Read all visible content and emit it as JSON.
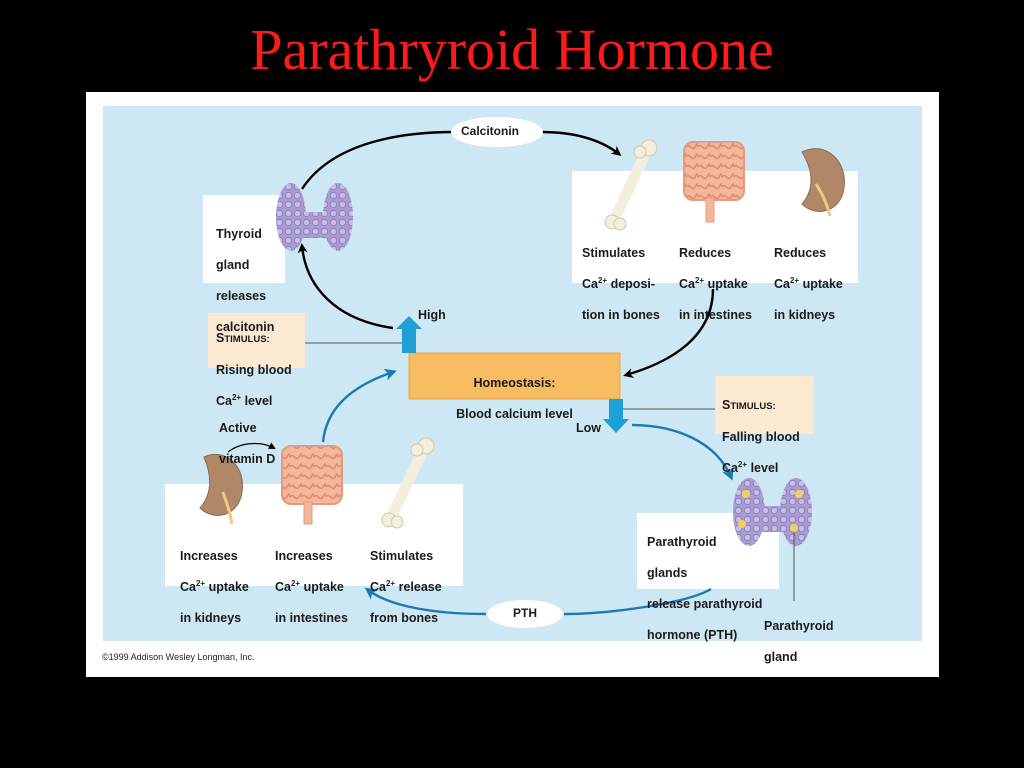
{
  "slide": {
    "title": "Parathryroid Hormone"
  },
  "colors": {
    "title": "#ff1a1a",
    "panel_background": "#cde8f4",
    "homeostasis_box": "#f7bc62",
    "stimulus_box": "#fbe9d2",
    "hormone_arrow": "#000000",
    "blood_arrow": "#1a7ab4",
    "level_arrow": "#1e9fd6"
  },
  "icons": [
    "thyroid-gland-icon",
    "bone-icon",
    "intestine-icon",
    "kidney-icon",
    "parathyroid-glands-icon"
  ],
  "diagram": {
    "calcitonin": "Calcitonin",
    "pth": "PTH",
    "thyroid": {
      "l1": "Thyroid",
      "l2": "gland",
      "l3": "releases",
      "l4": "calcitonin"
    },
    "effects_top": {
      "bones": {
        "l1": "Stimulates",
        "l2a": "Ca",
        "sup": "2+",
        "l2b": " deposi-",
        "l3": "tion in bones"
      },
      "intestines": {
        "l1": "Reduces",
        "l2a": "Ca",
        "sup": "2+",
        "l2b": " uptake",
        "l3": "in intestines"
      },
      "kidneys": {
        "l1": "Reduces",
        "l2a": "Ca",
        "sup": "2+",
        "l2b": " uptake",
        "l3": "in kidneys"
      }
    },
    "stimulus_rising": {
      "s": "S",
      "timulus": "TIMULUS:",
      "l2": "Rising blood",
      "l3a": "Ca",
      "sup": "2+",
      "l3b": " level"
    },
    "stimulus_falling": {
      "s": "S",
      "timulus": "TIMULUS:",
      "l2": "Falling blood",
      "l3a": "Ca",
      "sup": "2+",
      "l3b": " level"
    },
    "high": "High",
    "low": "Low",
    "homeostasis": {
      "l1": "Homeostasis:",
      "l2": "Blood calcium level"
    },
    "vitamin_d": {
      "l1": "Active",
      "l2": "vitamin D"
    },
    "effects_bottom": {
      "kidneys": {
        "l1": "Increases",
        "l2a": "Ca",
        "sup": "2+",
        "l2b": " uptake",
        "l3": "in kidneys"
      },
      "intestines": {
        "l1": "Increases",
        "l2a": "Ca",
        "sup": "2+",
        "l2b": " uptake",
        "l3": "in intestines"
      },
      "bones": {
        "l1": "Stimulates",
        "l2a": "Ca",
        "sup": "2+",
        "l2b": " release",
        "l3": "from bones"
      }
    },
    "parathyroid": {
      "l1": "Parathyroid",
      "l2": "glands",
      "l3": "release parathyroid",
      "l4": "hormone (PTH)"
    },
    "parathyroid_gland": {
      "l1": "Parathyroid",
      "l2": "gland"
    }
  },
  "copyright": "©1999 Addison Wesley Longman, Inc."
}
